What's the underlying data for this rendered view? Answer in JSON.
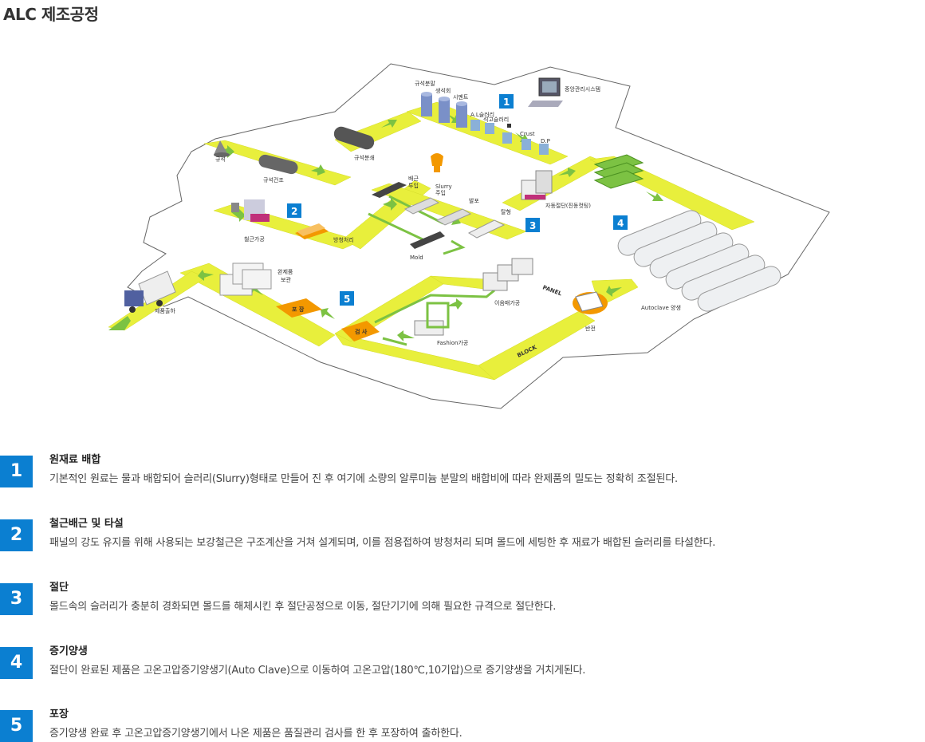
{
  "page": {
    "title": "ALC 제조공정"
  },
  "diagram": {
    "badges": [
      "1",
      "2",
      "3",
      "4",
      "5"
    ],
    "labels": {
      "silica": "규석",
      "silica_dry": "규석건조",
      "silica_grind": "규석분쇄",
      "silica_powder": "규석분말",
      "quicklime": "생석회",
      "cement": "시멘트",
      "al_slurry": "A.L슬러리",
      "gypsum_slurry": "석고슬러리",
      "crust": "Crust",
      "dp": "D.P",
      "central_control": "중앙관리시스템",
      "rebar_process": "철근가공",
      "rust_proof": "방청처리",
      "rebar_insert_1": "배근",
      "rebar_insert_2": "투입",
      "slurry_pour_1": "Slurry",
      "slurry_pour_2": "주입",
      "foaming": "발포",
      "demold": "탈형",
      "mold": "Mold",
      "auto_cut": "자동절단(진동컷팅)",
      "autoclave": "Autoclave 양생",
      "flip": "반전",
      "panel": "PANEL",
      "block": "BLOCK",
      "joint_process": "이음매가공",
      "fashion_process": "Fashion가공",
      "inspection": "검 사",
      "packaging": "포 장",
      "storage_1": "완제품",
      "storage_2": "보관",
      "shipping": "제품출하"
    }
  },
  "steps": [
    {
      "num": "1",
      "title": "원재료 배합",
      "desc": "기본적인 원료는 물과 배합되어 슬러리(Slurry)형태로 만들어 진 후 여기에 소량의 알루미늄 분말의 배합비에 따라 완제품의 밀도는 정확히 조절된다."
    },
    {
      "num": "2",
      "title": "철근배근 및 타설",
      "desc": "패널의 강도 유지를 위해 사용되는 보강철근은 구조계산을 거쳐 설계되며, 이를 점용접하여 방청처리 되며 몰드에 세팅한 후 재료가 배합된 슬러리를 타설한다."
    },
    {
      "num": "3",
      "title": "절단",
      "desc": "몰드속의 슬러리가 충분히 경화되면 몰드를 해체시킨 후 절단공정으로 이동, 절단기기에 의해 필요한 규격으로 절단한다."
    },
    {
      "num": "4",
      "title": "증기양생",
      "desc": "절단이 완료된 제품은 고온고압증기양생기(Auto Clave)으로 이동하여 고온고압(180℃,10기압)으로 증기양생을 거치게된다."
    },
    {
      "num": "5",
      "title": "포장",
      "desc": "증기양생 완료 후 고온고압증기양생기에서 나온 제품은 품질관리 검사를 한 후 포장하여 출하한다."
    }
  ],
  "colors": {
    "accent": "#0b7fd1",
    "path": "#e8ef3c",
    "arrow": "#7cc243",
    "station": "#f39800"
  }
}
